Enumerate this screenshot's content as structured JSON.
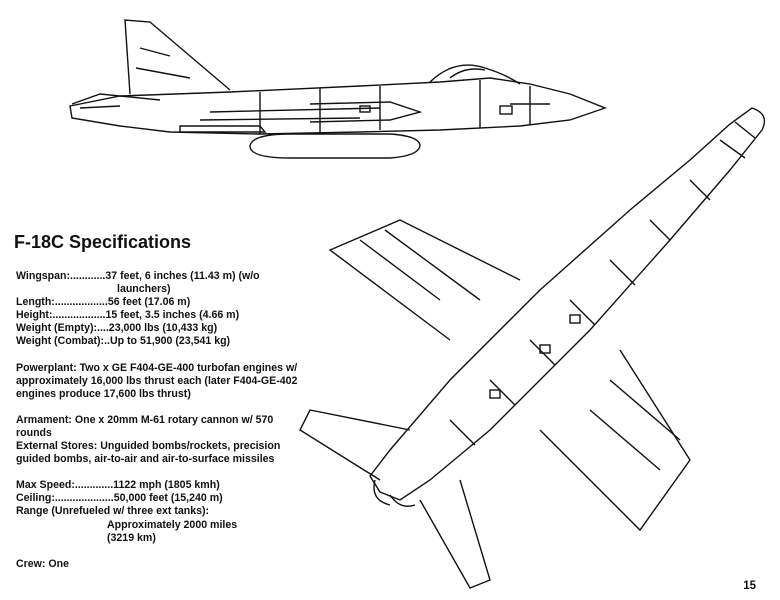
{
  "title": "F-18C Specifications",
  "specs": {
    "wingspan": {
      "label": "Wingspan:............",
      "value": "37 feet, 6 inches (11.43 m) (w/o",
      "cont": "launchers)"
    },
    "length": {
      "label": "Length:..................",
      "value": "56 feet (17.06 m)"
    },
    "height": {
      "label": "Height:..................",
      "value": "15 feet, 3.5 inches (4.66 m)"
    },
    "weight_empty": {
      "label": "Weight (Empty):....",
      "value": "23,000 lbs (10,433 kg)"
    },
    "weight_combat": {
      "label": "Weight (Combat):..",
      "value": "Up to 51,900 (23,541 kg)"
    },
    "powerplant": [
      "Powerplant: Two x GE F404-GE-400 turbofan engines w/",
      "approximately 16,000 lbs thrust each (later F404-GE-402",
      "engines produce 17,600 lbs thrust)"
    ],
    "armament": [
      "Armament: One x 20mm M-61 rotary cannon w/ 570",
      "rounds"
    ],
    "external_stores": [
      "External Stores: Unguided bombs/rockets, precision",
      "guided bombs, air-to-air and air-to-surface missiles"
    ],
    "max_speed": {
      "label": "Max Speed:.............",
      "value": "1122 mph (1805 kmh)"
    },
    "ceiling": {
      "label": "Ceiling:....................",
      "value": "50,000 feet (15,240 m)"
    },
    "range": {
      "label": "Range (Unrefueled w/ three ext tanks):",
      "cont1": "Approximately 2000 miles",
      "cont2": "(3219 km)"
    },
    "crew": "Crew: One"
  },
  "page_number": "15",
  "illustrations": {
    "side_view": "aircraft-side-view",
    "top_view": "aircraft-top-view"
  }
}
